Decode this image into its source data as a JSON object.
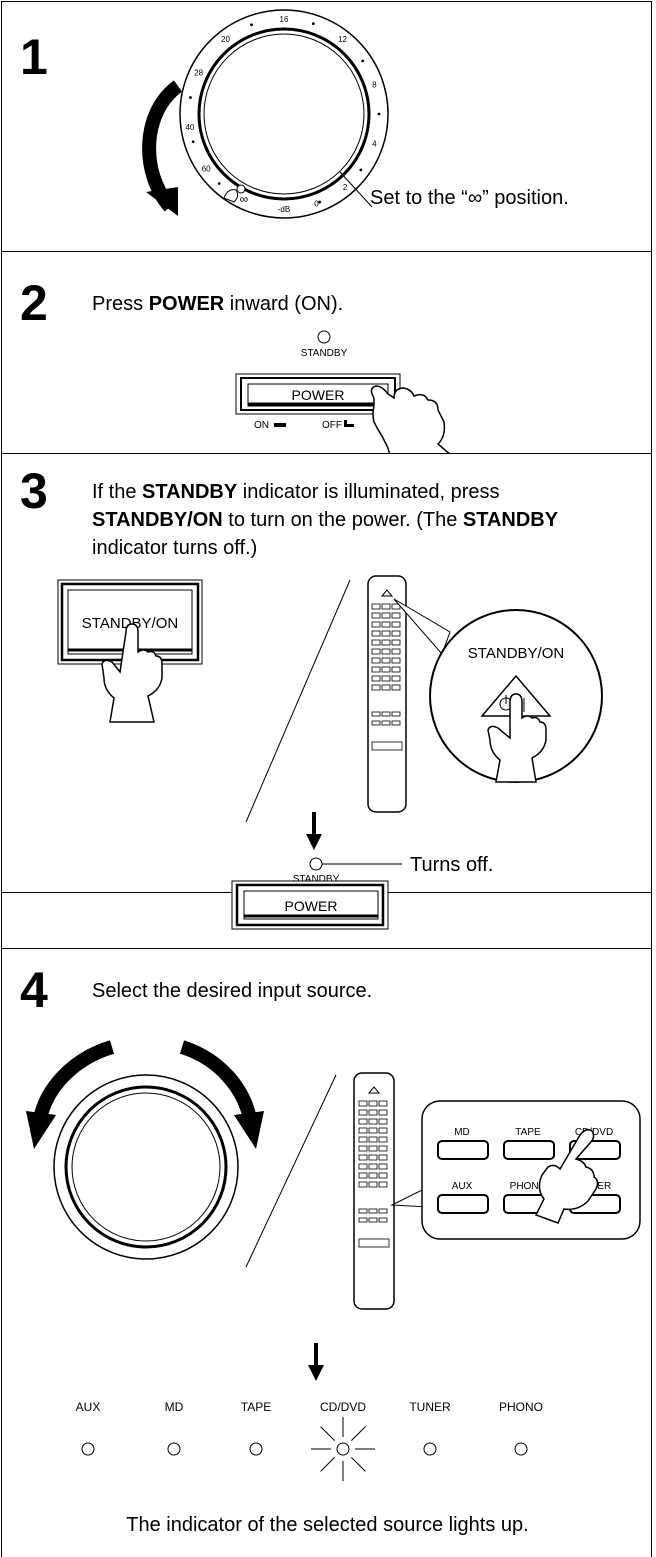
{
  "step1": {
    "number": "1",
    "dial_scale": [
      "20",
      "16",
      "12",
      "8",
      "4",
      "2",
      "0",
      "-dB",
      "∞",
      "60",
      "40",
      "28"
    ],
    "instruction": "Set to the “∞” position."
  },
  "step2": {
    "number": "2",
    "text_pre": "Press ",
    "text_bold": "POWER",
    "text_post": " inward (ON).",
    "standby_label": "STANDBY",
    "power_label": "POWER",
    "on_label": "ON",
    "off_label": "OFF"
  },
  "step3": {
    "number": "3",
    "line1_pre": "If the ",
    "line1_bold": "STANDBY",
    "line1_post": " indicator is illuminated, press",
    "line2_bold1": "STANDBY/ON",
    "line2_mid": " to turn on the power. (The ",
    "line2_bold2": "STANDBY",
    "line3": "indicator turns off.)",
    "button_label": "STANDBY/ON",
    "remote_callout_label": "STANDBY/ON",
    "standby_label": "STANDBY",
    "turns_off": "Turns off.",
    "power_label": "POWER"
  },
  "step4": {
    "number": "4",
    "text": "Select the desired input source.",
    "remote_buttons": [
      "MD",
      "TAPE",
      "CD/DVD",
      "AUX",
      "PHONO",
      "TUNER"
    ],
    "indicators": [
      "AUX",
      "MD",
      "TAPE",
      "CD/DVD",
      "TUNER",
      "PHONO"
    ],
    "lit_indicator": "CD/DVD",
    "caption": "The indicator of the selected source lights up."
  }
}
